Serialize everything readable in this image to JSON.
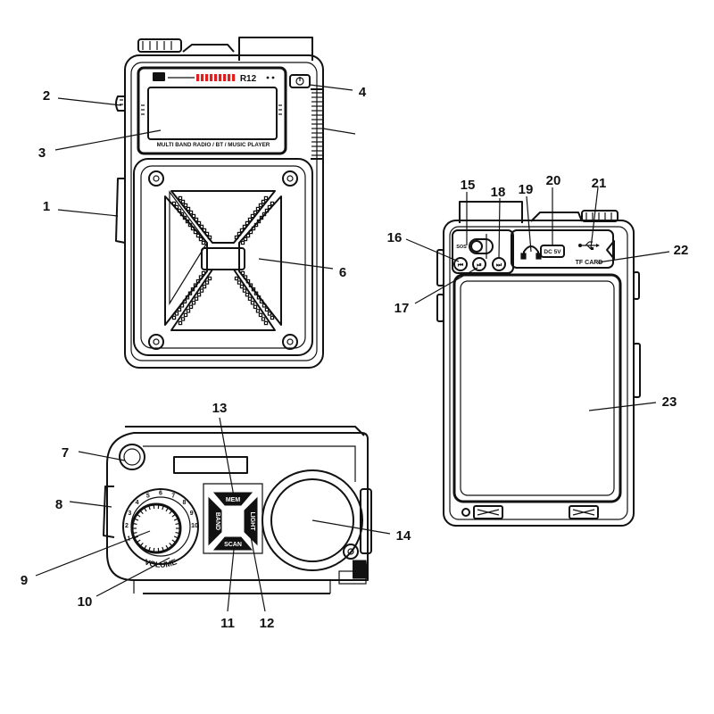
{
  "front_view": {
    "display_text": "MULTI BAND RADIO / BT / MUSIC  PLAYER",
    "model": "R12"
  },
  "back_view": {
    "sos": "SOS",
    "dc": "DC 5V",
    "tf_card": "TF CARD"
  },
  "top_view": {
    "buttons": {
      "mem": "MEM",
      "band": "BAND",
      "light": "LIGHT",
      "scan": "SCAN"
    },
    "dial_text": "VOLUME",
    "dial_ticks": [
      "1",
      "2",
      "3",
      "4",
      "5",
      "6",
      "7",
      "8",
      "9",
      "10"
    ]
  },
  "callouts": [
    {
      "id": "c1",
      "label": "1"
    },
    {
      "id": "c2",
      "label": "2"
    },
    {
      "id": "c3",
      "label": "3"
    },
    {
      "id": "c4",
      "label": "4"
    },
    {
      "id": "c6",
      "label": "6"
    },
    {
      "id": "c7",
      "label": "7"
    },
    {
      "id": "c8",
      "label": "8"
    },
    {
      "id": "c9",
      "label": "9"
    },
    {
      "id": "c10",
      "label": "10"
    },
    {
      "id": "c11",
      "label": "11"
    },
    {
      "id": "c12",
      "label": "12"
    },
    {
      "id": "c13",
      "label": "13"
    },
    {
      "id": "c14",
      "label": "14"
    },
    {
      "id": "c15",
      "label": "15"
    },
    {
      "id": "c16",
      "label": "16"
    },
    {
      "id": "c17",
      "label": "17"
    },
    {
      "id": "c18",
      "label": "18"
    },
    {
      "id": "c19",
      "label": "19"
    },
    {
      "id": "c20",
      "label": "20"
    },
    {
      "id": "c21",
      "label": "21"
    },
    {
      "id": "c22",
      "label": "22"
    },
    {
      "id": "c23",
      "label": "23"
    }
  ],
  "colors": {
    "line": "#111111",
    "accent_meter": "#e02020",
    "background": "#ffffff"
  }
}
